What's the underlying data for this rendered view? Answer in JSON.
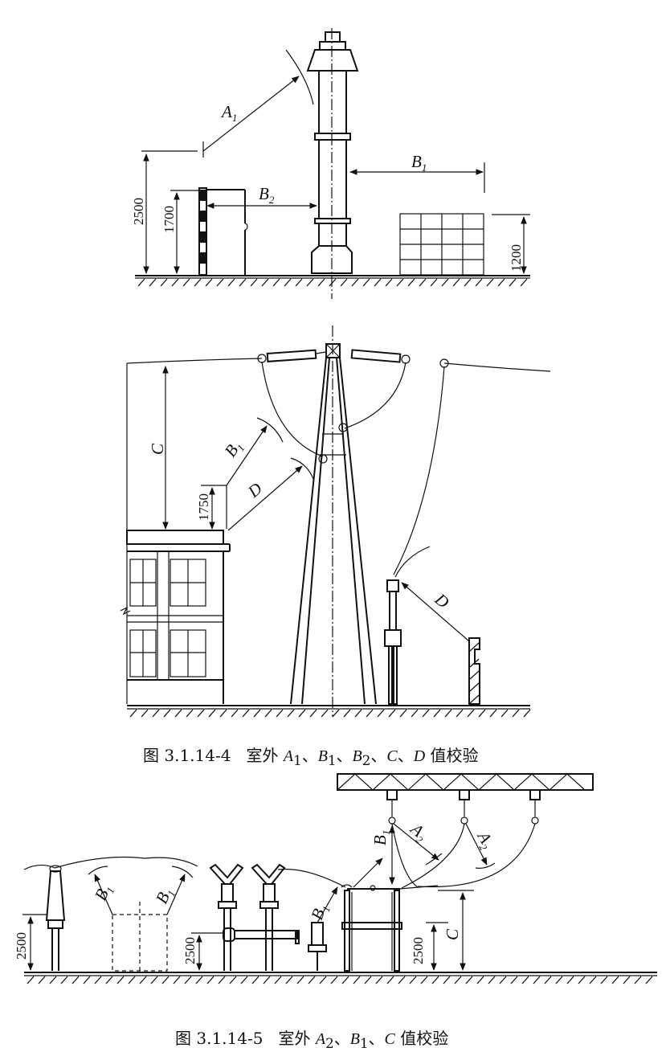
{
  "figure4": {
    "caption": {
      "prefix": "图 3.1.14-4",
      "text_pre": "室外 ",
      "A": "A",
      "A_sub": "1",
      "sep1": "、",
      "B": "B",
      "B_sub": "1",
      "sep2": "、",
      "B2": "B",
      "B2_sub": "2",
      "sep3": "、",
      "C": "C",
      "sep4": "、",
      "D": "D",
      "text_post": " 值校验"
    },
    "dims": {
      "d2500": "2500",
      "d1700": "1700",
      "d1200": "1200",
      "d1750": "1750"
    },
    "labels": {
      "A1": "A",
      "A1_sub": "1",
      "B1": "B",
      "B1_sub": "1",
      "B2": "B",
      "B2_sub": "2",
      "C": "C",
      "B1b": "B",
      "B1b_sub": "1",
      "D": "D",
      "D2": "D"
    }
  },
  "figure5": {
    "caption": {
      "prefix": "图 3.1.14-5",
      "text_pre": "室外 ",
      "A": "A",
      "A_sub": "2",
      "sep1": "、",
      "B": "B",
      "B_sub": "1",
      "sep2": "、",
      "C": "C",
      "text_post": " 值校验"
    },
    "dims": {
      "d2500a": "2500",
      "d2500b": "2500",
      "d2500c": "2500"
    },
    "labels": {
      "B1a": "B",
      "B1a_sub": "1",
      "B1b": "B",
      "B1b_sub": "1",
      "B1c": "B",
      "B1c_sub": "1",
      "B1d": "B",
      "B1d_sub": "1",
      "A2a": "A",
      "A2a_sub": "2",
      "A2b": "A",
      "A2b_sub": "2",
      "C": "C"
    }
  }
}
